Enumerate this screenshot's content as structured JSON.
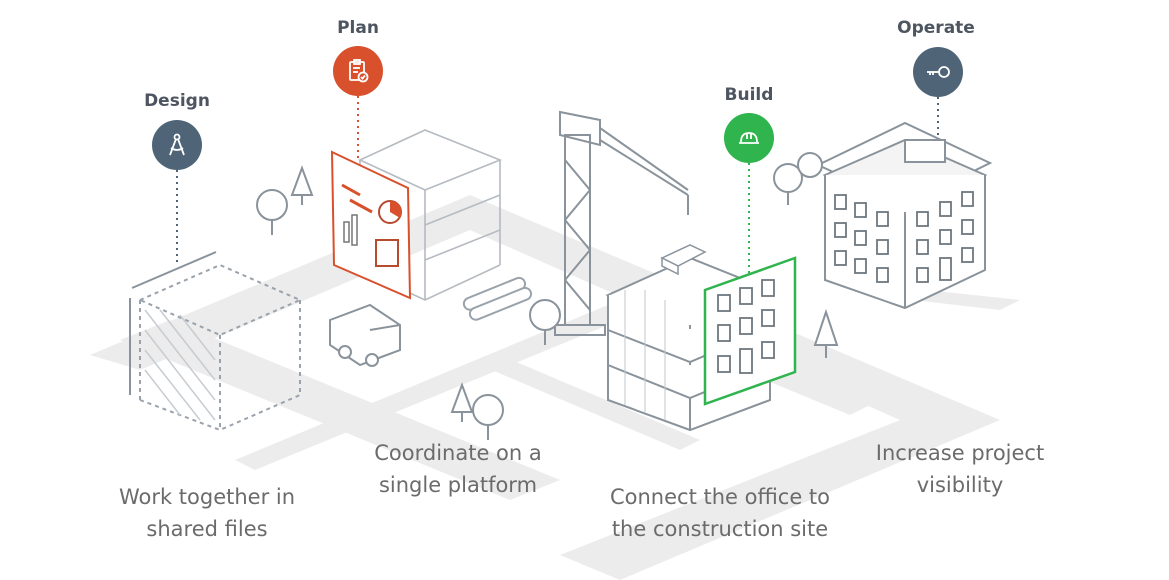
{
  "stages": {
    "design": {
      "label": "Design",
      "icon": "compass-icon",
      "color": "#4f6577"
    },
    "plan": {
      "label": "Plan",
      "icon": "clipboard-icon",
      "color": "#d9512c"
    },
    "build": {
      "label": "Build",
      "icon": "hardhat-icon",
      "color": "#2fb44e"
    },
    "operate": {
      "label": "Operate",
      "icon": "key-icon",
      "color": "#4f6577"
    }
  },
  "captions": {
    "shared_files": [
      "Work together in",
      "shared files"
    ],
    "single_platform": [
      "Coordinate on a",
      "single platform"
    ],
    "office_site": [
      "Connect the office to",
      "the construction site"
    ],
    "visibility": [
      "Increase project",
      "visibility"
    ]
  }
}
